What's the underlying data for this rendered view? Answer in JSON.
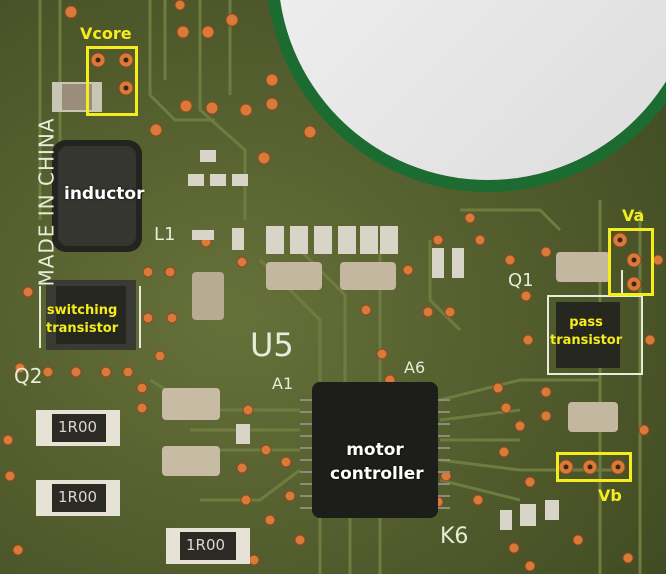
{
  "annotations": {
    "vcore": "Vcore",
    "inductor": "inductor",
    "switching_transistor": [
      "switching",
      "transistor"
    ],
    "pass_transistor": [
      "pass",
      "transistor"
    ],
    "motor_controller": [
      "motor",
      "controller"
    ],
    "va": "Va",
    "vb": "Vb"
  },
  "silkscreen": {
    "made_in_china": "MADE IN CHINA",
    "l1": "L1",
    "q1": "Q1",
    "q2": "Q2",
    "u5": "U5",
    "a1": "A1",
    "a6": "A6",
    "k6": "K6",
    "resistors": [
      "1R00",
      "1R00",
      "1R00"
    ]
  },
  "colors": {
    "pcb": "#56612f",
    "annotation_box": "#f4ec1c"
  }
}
